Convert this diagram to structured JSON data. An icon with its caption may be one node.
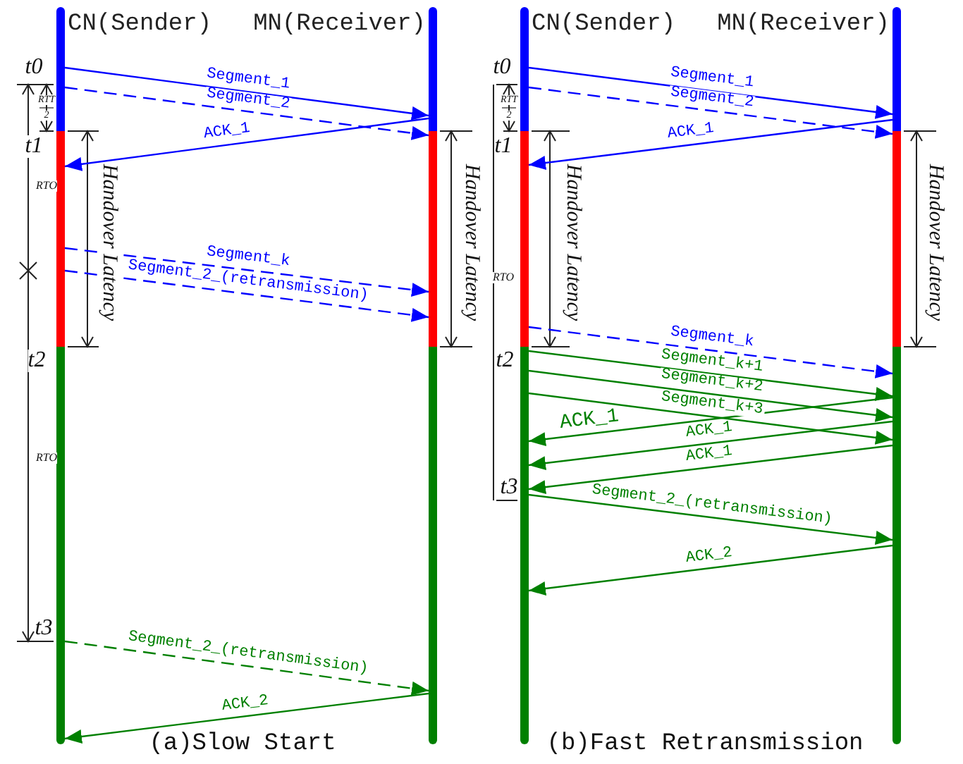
{
  "diagram": {
    "nodes": [
      {
        "text": [],
        "shape": "bar",
        "beside": [
          "CN(Sender)",
          "Handover Latency"
        ]
      },
      {
        "text": [],
        "shape": "bar",
        "beside": [
          "MN(Receiver)",
          "Handover Latency"
        ]
      },
      {
        "text": [],
        "shape": "bar",
        "beside": [
          "CN(Sender)",
          "Handover Latency"
        ]
      },
      {
        "text": [],
        "shape": "bar",
        "beside": [
          "MN(Receiver)",
          "Handover Latency"
        ]
      }
    ],
    "edges": [
      {
        "from": 0,
        "to": 1,
        "arrow": "to",
        "label": "Segment_1",
        "color": "#0000ff"
      },
      {
        "from": 0,
        "to": 1,
        "arrow": "to",
        "label": "Segment_2",
        "style": "dashed",
        "color": "#0000ff"
      },
      {
        "from": 1,
        "to": 0,
        "arrow": "to",
        "label": "ACK_1",
        "color": "#0000ff"
      },
      {
        "from": 0,
        "to": 1,
        "arrow": "to",
        "label": "Segment_k",
        "style": "dashed",
        "color": "#0000ff"
      },
      {
        "from": 0,
        "to": 1,
        "arrow": "to",
        "label": "Segment_2_(retransmission)",
        "style": "dashed",
        "color": "#0000ff"
      },
      {
        "from": 0,
        "to": 1,
        "arrow": "to",
        "label": "Segment_2_(retransmission)",
        "style": "dashed",
        "color": "#008000"
      },
      {
        "from": 1,
        "to": 0,
        "arrow": "to",
        "label": "ACK_2",
        "color": "#008000"
      },
      {
        "from": 2,
        "to": 3,
        "arrow": "to",
        "label": "Segment_1",
        "color": "#0000ff"
      },
      {
        "from": 2,
        "to": 3,
        "arrow": "to",
        "label": "Segment_2",
        "style": "dashed",
        "color": "#0000ff"
      },
      {
        "from": 3,
        "to": 2,
        "arrow": "to",
        "label": "ACK_1",
        "color": "#0000ff"
      },
      {
        "from": 2,
        "to": 3,
        "arrow": "to",
        "label": "Segment_k",
        "style": "dashed",
        "color": "#0000ff"
      },
      {
        "from": 2,
        "to": 3,
        "arrow": "to",
        "label": "Segment_k+1",
        "color": "#008000"
      },
      {
        "from": 2,
        "to": 3,
        "arrow": "to",
        "label": "Segment_k+2",
        "color": "#008000"
      },
      {
        "from": 2,
        "to": 3,
        "arrow": "to",
        "label": "Segment_k+3",
        "color": "#008000"
      },
      {
        "from": 3,
        "to": 2,
        "arrow": "to",
        "label": "ACK_1",
        "color": "#008000"
      },
      {
        "from": 3,
        "to": 2,
        "arrow": "to",
        "label": "ACK_1",
        "color": "#008000"
      },
      {
        "from": 3,
        "to": 2,
        "arrow": "to",
        "label": "ACK_1",
        "color": "#008000"
      },
      {
        "from": 2,
        "to": 3,
        "arrow": "to",
        "label": "Segment_2_(retransmission)",
        "color": "#008000"
      },
      {
        "from": 3,
        "to": 2,
        "arrow": "to",
        "label": "ACK_2",
        "color": "#008000"
      }
    ],
    "labels": [
      "t0",
      "RTT",
      "2",
      "t1",
      "RTO",
      "t2",
      "RTO",
      "t3",
      "(a)Slow Start",
      "t0",
      "RTT",
      "2",
      "t1",
      "RTO",
      "t2",
      "t3",
      "(b)Fast Retransmission"
    ]
  }
}
